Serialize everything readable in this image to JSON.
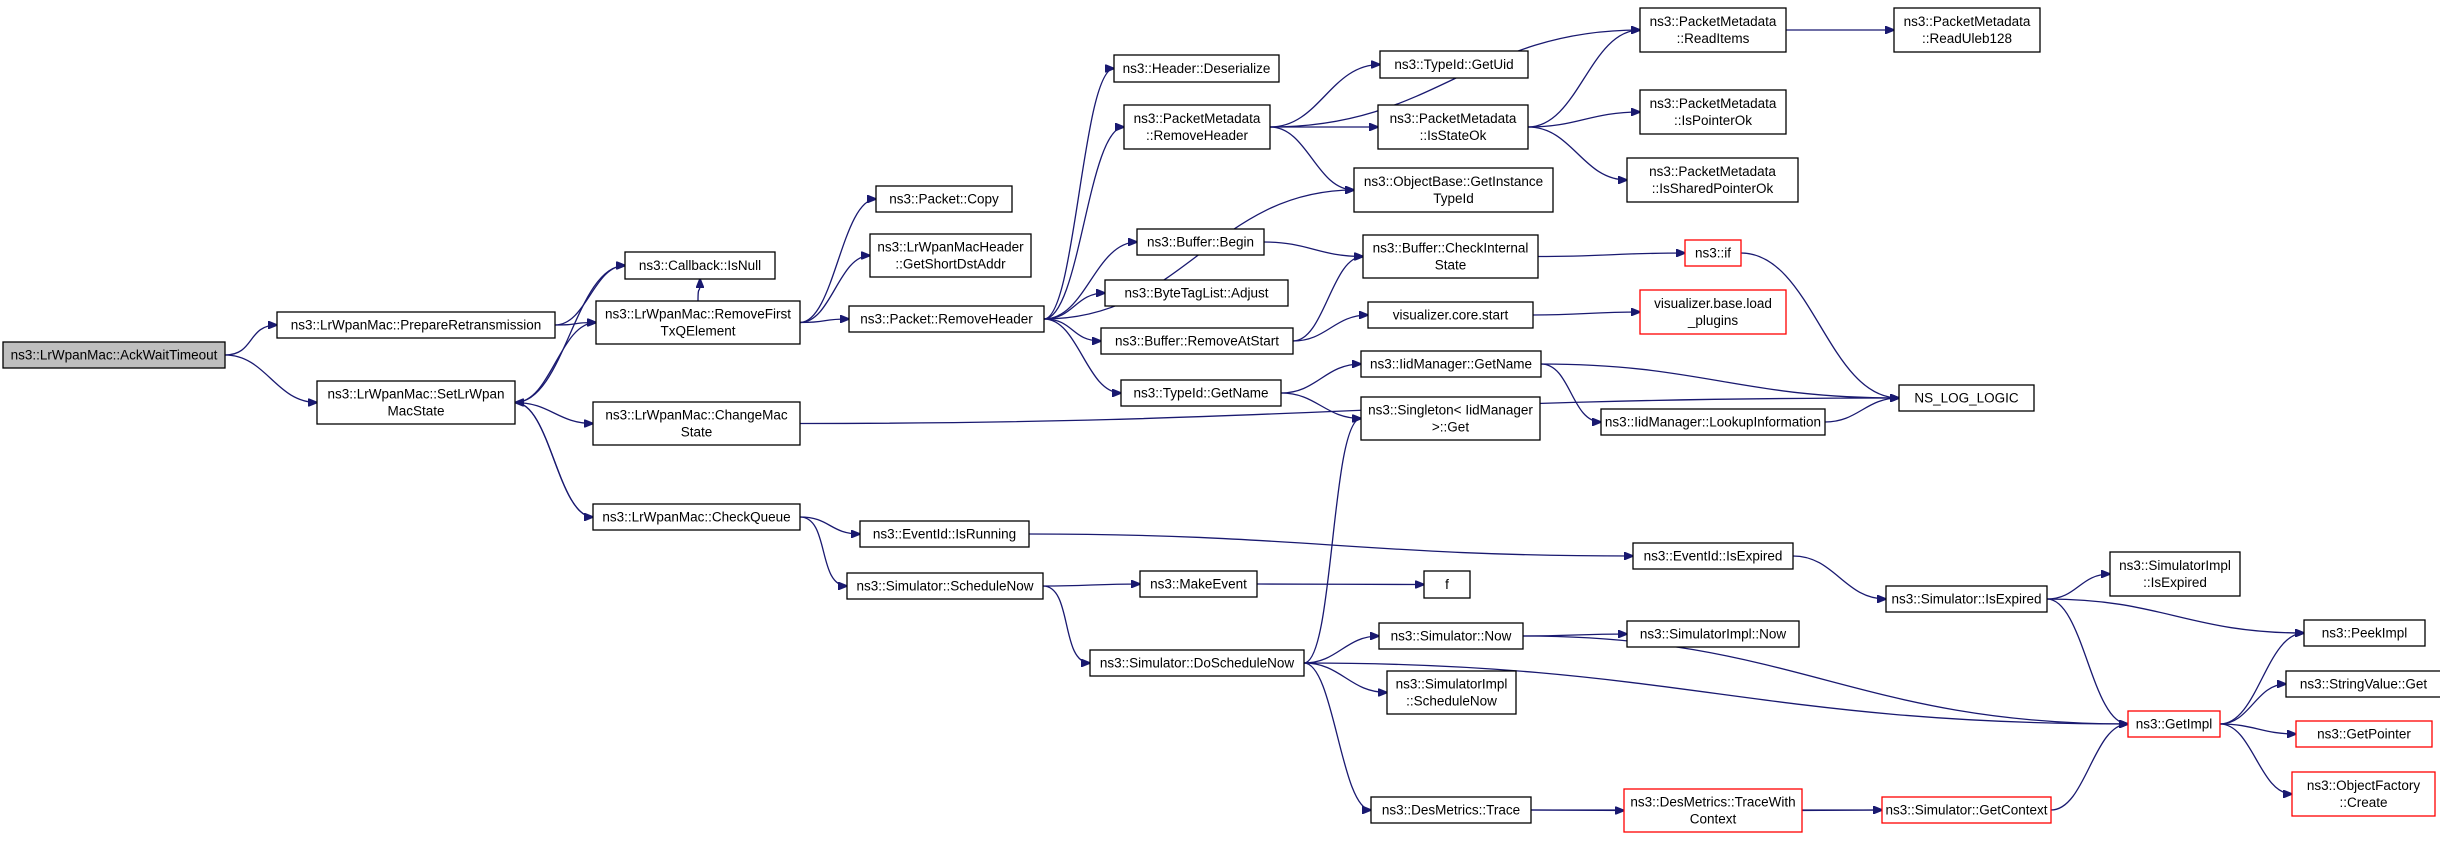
{
  "graph": {
    "colors": {
      "edge": "#191970",
      "truncated_border": "#ff0000",
      "root_fill": "#bfbfbf",
      "node_fill": "#ffffff",
      "border": "#000000"
    },
    "nodes": [
      {
        "id": "AckWaitTimeout",
        "lines": [
          "ns3::LrWpanMac::AckWaitTimeout"
        ],
        "root": true
      },
      {
        "id": "PrepareRetransmission",
        "lines": [
          "ns3::LrWpanMac::PrepareRetransmission"
        ]
      },
      {
        "id": "CallbackIsNull",
        "lines": [
          "ns3::Callback::IsNull"
        ]
      },
      {
        "id": "SetLrWpanMacState",
        "lines": [
          "ns3::LrWpanMac::SetLrWpan",
          "MacState"
        ]
      },
      {
        "id": "RemoveFirstTxQElement",
        "lines": [
          "ns3::LrWpanMac::RemoveFirst",
          "TxQElement"
        ]
      },
      {
        "id": "ChangeMacState",
        "lines": [
          "ns3::LrWpanMac::ChangeMac",
          "State"
        ]
      },
      {
        "id": "CheckQueue",
        "lines": [
          "ns3::LrWpanMac::CheckQueue"
        ]
      },
      {
        "id": "PacketCopy",
        "lines": [
          "ns3::Packet::Copy"
        ]
      },
      {
        "id": "GetShortDstAddr",
        "lines": [
          "ns3::LrWpanMacHeader",
          "::GetShortDstAddr"
        ]
      },
      {
        "id": "PacketRemoveHeader",
        "lines": [
          "ns3::Packet::RemoveHeader"
        ]
      },
      {
        "id": "EventIdIsRunning",
        "lines": [
          "ns3::EventId::IsRunning"
        ]
      },
      {
        "id": "SimulatorScheduleNow",
        "lines": [
          "ns3::Simulator::ScheduleNow"
        ]
      },
      {
        "id": "HeaderDeserialize",
        "lines": [
          "ns3::Header::Deserialize"
        ]
      },
      {
        "id": "PMRemoveHeader",
        "lines": [
          "ns3::PacketMetadata",
          "::RemoveHeader"
        ]
      },
      {
        "id": "BufferBegin",
        "lines": [
          "ns3::Buffer::Begin"
        ]
      },
      {
        "id": "ByteTagListAdjust",
        "lines": [
          "ns3::ByteTagList::Adjust"
        ]
      },
      {
        "id": "BufferRemoveAtStart",
        "lines": [
          "ns3::Buffer::RemoveAtStart"
        ]
      },
      {
        "id": "TypeIdGetName",
        "lines": [
          "ns3::TypeId::GetName"
        ]
      },
      {
        "id": "MakeEvent",
        "lines": [
          "ns3::MakeEvent"
        ]
      },
      {
        "id": "DoScheduleNow",
        "lines": [
          "ns3::Simulator::DoScheduleNow"
        ]
      },
      {
        "id": "TypeIdGetUid",
        "lines": [
          "ns3::TypeId::GetUid"
        ]
      },
      {
        "id": "PMIsStateOk",
        "lines": [
          "ns3::PacketMetadata",
          "::IsStateOk"
        ]
      },
      {
        "id": "GetInstanceTypeId",
        "lines": [
          "ns3::ObjectBase::GetInstance",
          "TypeId"
        ]
      },
      {
        "id": "BufferCheckInternalState",
        "lines": [
          "ns3::Buffer::CheckInternal",
          "State"
        ]
      },
      {
        "id": "VisualizerCoreStart",
        "lines": [
          "visualizer.core.start"
        ]
      },
      {
        "id": "IidManagerGetName",
        "lines": [
          "ns3::IidManager::GetName"
        ]
      },
      {
        "id": "SingletonGet",
        "lines": [
          "ns3::Singleton< IidManager",
          " >::Get"
        ]
      },
      {
        "id": "f",
        "lines": [
          "f"
        ]
      },
      {
        "id": "SimulatorNow",
        "lines": [
          "ns3::Simulator::Now"
        ]
      },
      {
        "id": "SimulatorImplScheduleNow",
        "lines": [
          "ns3::SimulatorImpl",
          "::ScheduleNow"
        ]
      },
      {
        "id": "DesMetricsTrace",
        "lines": [
          "ns3::DesMetrics::Trace"
        ]
      },
      {
        "id": "PMReadItems",
        "lines": [
          "ns3::PacketMetadata",
          "::ReadItems"
        ]
      },
      {
        "id": "PMIsPointerOk",
        "lines": [
          "ns3::PacketMetadata",
          "::IsPointerOk"
        ]
      },
      {
        "id": "PMIsSharedPointerOk",
        "lines": [
          "ns3::PacketMetadata",
          "::IsSharedPointerOk"
        ]
      },
      {
        "id": "ns3if",
        "lines": [
          "ns3::if"
        ],
        "truncated": true
      },
      {
        "id": "VisualizerLoadPlugins",
        "lines": [
          "visualizer.base.load",
          "_plugins"
        ],
        "truncated": true
      },
      {
        "id": "LookupInformation",
        "lines": [
          "ns3::IidManager::LookupInformation"
        ]
      },
      {
        "id": "EventIdIsExpired",
        "lines": [
          "ns3::EventId::IsExpired"
        ]
      },
      {
        "id": "SimulatorImplNow",
        "lines": [
          "ns3::SimulatorImpl::Now"
        ]
      },
      {
        "id": "DesMetricsTraceWithContext",
        "lines": [
          "ns3::DesMetrics::TraceWith",
          "Context"
        ],
        "truncated": true
      },
      {
        "id": "PMReadUleb128",
        "lines": [
          "ns3::PacketMetadata",
          "::ReadUleb128"
        ]
      },
      {
        "id": "NS_LOG_LOGIC",
        "lines": [
          "NS_LOG_LOGIC"
        ]
      },
      {
        "id": "SimulatorIsExpired",
        "lines": [
          "ns3::Simulator::IsExpired"
        ]
      },
      {
        "id": "SimulatorGetContext",
        "lines": [
          "ns3::Simulator::GetContext"
        ],
        "truncated": true
      },
      {
        "id": "SimulatorImplIsExpired",
        "lines": [
          "ns3::SimulatorImpl",
          "::IsExpired"
        ]
      },
      {
        "id": "GetImpl",
        "lines": [
          "ns3::GetImpl"
        ],
        "truncated": true
      },
      {
        "id": "PeekImpl",
        "lines": [
          "ns3::PeekImpl"
        ]
      },
      {
        "id": "StringValueGet",
        "lines": [
          "ns3::StringValue::Get"
        ]
      },
      {
        "id": "GetPointer",
        "lines": [
          "ns3::GetPointer"
        ],
        "truncated": true
      },
      {
        "id": "ObjectFactoryCreate",
        "lines": [
          "ns3::ObjectFactory",
          "::Create"
        ],
        "truncated": true
      }
    ],
    "edges": [
      [
        "AckWaitTimeout",
        "PrepareRetransmission"
      ],
      [
        "AckWaitTimeout",
        "SetLrWpanMacState"
      ],
      [
        "PrepareRetransmission",
        "CallbackIsNull"
      ],
      [
        "PrepareRetransmission",
        "RemoveFirstTxQElement"
      ],
      [
        "SetLrWpanMacState",
        "CallbackIsNull"
      ],
      [
        "SetLrWpanMacState",
        "RemoveFirstTxQElement"
      ],
      [
        "SetLrWpanMacState",
        "ChangeMacState"
      ],
      [
        "SetLrWpanMacState",
        "CheckQueue"
      ],
      [
        "CheckQueue",
        "SetLrWpanMacState"
      ],
      [
        "RemoveFirstTxQElement",
        "CallbackIsNull"
      ],
      [
        "RemoveFirstTxQElement",
        "PacketCopy"
      ],
      [
        "RemoveFirstTxQElement",
        "GetShortDstAddr"
      ],
      [
        "RemoveFirstTxQElement",
        "PacketRemoveHeader"
      ],
      [
        "ChangeMacState",
        "NS_LOG_LOGIC"
      ],
      [
        "CheckQueue",
        "EventIdIsRunning"
      ],
      [
        "CheckQueue",
        "SimulatorScheduleNow"
      ],
      [
        "PacketRemoveHeader",
        "HeaderDeserialize"
      ],
      [
        "PacketRemoveHeader",
        "PMRemoveHeader"
      ],
      [
        "PacketRemoveHeader",
        "GetInstanceTypeId"
      ],
      [
        "PacketRemoveHeader",
        "BufferBegin"
      ],
      [
        "PacketRemoveHeader",
        "ByteTagListAdjust"
      ],
      [
        "PacketRemoveHeader",
        "BufferRemoveAtStart"
      ],
      [
        "PacketRemoveHeader",
        "TypeIdGetName"
      ],
      [
        "PMRemoveHeader",
        "PMReadItems"
      ],
      [
        "PMRemoveHeader",
        "TypeIdGetUid"
      ],
      [
        "PMRemoveHeader",
        "PMIsStateOk"
      ],
      [
        "PMRemoveHeader",
        "GetInstanceTypeId"
      ],
      [
        "PMIsStateOk",
        "PMReadItems"
      ],
      [
        "PMIsStateOk",
        "PMIsPointerOk"
      ],
      [
        "PMIsStateOk",
        "PMIsSharedPointerOk"
      ],
      [
        "PMReadItems",
        "PMReadUleb128"
      ],
      [
        "BufferBegin",
        "BufferCheckInternalState"
      ],
      [
        "BufferRemoveAtStart",
        "BufferCheckInternalState"
      ],
      [
        "BufferRemoveAtStart",
        "VisualizerCoreStart"
      ],
      [
        "BufferCheckInternalState",
        "ns3if"
      ],
      [
        "ns3if",
        "NS_LOG_LOGIC"
      ],
      [
        "VisualizerCoreStart",
        "VisualizerLoadPlugins"
      ],
      [
        "TypeIdGetName",
        "IidManagerGetName"
      ],
      [
        "TypeIdGetName",
        "SingletonGet"
      ],
      [
        "IidManagerGetName",
        "LookupInformation"
      ],
      [
        "IidManagerGetName",
        "NS_LOG_LOGIC"
      ],
      [
        "LookupInformation",
        "NS_LOG_LOGIC"
      ],
      [
        "EventIdIsRunning",
        "EventIdIsExpired"
      ],
      [
        "EventIdIsExpired",
        "SimulatorIsExpired"
      ],
      [
        "SimulatorIsExpired",
        "SimulatorImplIsExpired"
      ],
      [
        "SimulatorIsExpired",
        "PeekImpl"
      ],
      [
        "SimulatorIsExpired",
        "GetImpl"
      ],
      [
        "SimulatorScheduleNow",
        "MakeEvent"
      ],
      [
        "SimulatorScheduleNow",
        "DoScheduleNow"
      ],
      [
        "MakeEvent",
        "f"
      ],
      [
        "DoScheduleNow",
        "SingletonGet"
      ],
      [
        "DoScheduleNow",
        "SimulatorNow"
      ],
      [
        "DoScheduleNow",
        "SimulatorImplScheduleNow"
      ],
      [
        "DoScheduleNow",
        "GetImpl"
      ],
      [
        "DoScheduleNow",
        "DesMetricsTrace"
      ],
      [
        "SimulatorNow",
        "SimulatorImplNow"
      ],
      [
        "SimulatorNow",
        "GetImpl"
      ],
      [
        "DesMetricsTrace",
        "DesMetricsTraceWithContext"
      ],
      [
        "DesMetricsTrace",
        "SimulatorGetContext"
      ],
      [
        "DesMetricsTraceWithContext",
        "SimulatorGetContext"
      ],
      [
        "SimulatorGetContext",
        "GetImpl"
      ],
      [
        "GetImpl",
        "PeekImpl"
      ],
      [
        "GetImpl",
        "StringValueGet"
      ],
      [
        "GetImpl",
        "GetPointer"
      ],
      [
        "GetImpl",
        "ObjectFactoryCreate"
      ]
    ]
  }
}
